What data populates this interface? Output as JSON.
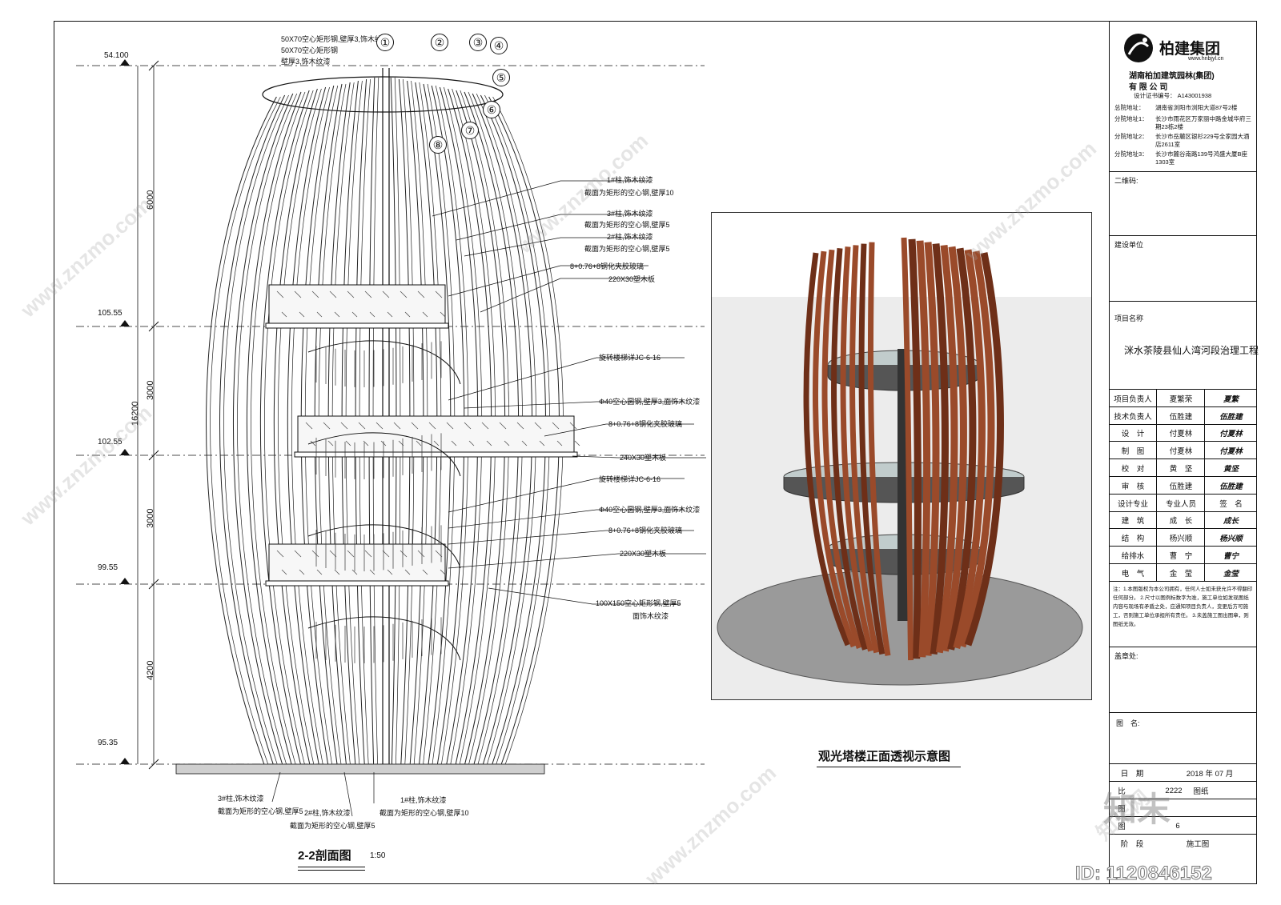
{
  "section": {
    "title": "2-2剖面图",
    "scale": "1:50",
    "elevations": [
      "54.100",
      "105.55",
      "102.55",
      "99.55",
      "95.35"
    ],
    "dims_vertical": [
      "6000",
      "3000",
      "16200",
      "3000",
      "4200"
    ],
    "column_markers": [
      "①",
      "②",
      "③",
      "④",
      "⑤",
      "⑥",
      "⑦",
      "⑧"
    ],
    "top_notes": [
      "50X70空心矩形钢,壁厚3,饰木纹漆",
      "50X70空心矩形钢",
      "壁厚3,饰木纹漆"
    ],
    "right_notes": [
      {
        "a": "1#柱,饰木纹漆",
        "b": "截面为矩形的空心钢,壁厚10"
      },
      {
        "a": "3#柱,饰木纹漆",
        "b": "截面为矩形的空心钢,壁厚5"
      },
      {
        "a": "2#柱,饰木纹漆",
        "b": "截面为矩形的空心钢,壁厚5"
      },
      {
        "a": "8+0.76+8钢化夹胶玻璃",
        "b": ""
      },
      {
        "a": "220X30塑木板",
        "b": ""
      },
      {
        "a": "旋转楼梯详JC-6-16",
        "b": ""
      },
      {
        "a": "Φ40空心圆钢,壁厚3,面饰木纹漆",
        "b": ""
      },
      {
        "a": "8+0.76+8钢化夹胶玻璃",
        "b": ""
      },
      {
        "a": "240X30塑木板",
        "b": ""
      },
      {
        "a": "旋转楼梯详JC-6-16",
        "b": ""
      },
      {
        "a": "Φ40空心圆钢,壁厚3,面饰木纹漆",
        "b": ""
      },
      {
        "a": "8+0.76+8钢化夹胶玻璃",
        "b": ""
      },
      {
        "a": "220X30塑木板",
        "b": ""
      },
      {
        "a": "100X150空心矩形钢,壁厚5",
        "b": "面饰木纹漆"
      }
    ],
    "bottom_notes": [
      {
        "a": "3#柱,饰木纹漆",
        "b": "截面为矩形的空心钢,壁厚5"
      },
      {
        "a": "2#柱,饰木纹漆",
        "b": "截面为矩形的空心钢,壁厚5"
      },
      {
        "a": "1#柱,饰木纹漆",
        "b": "截面为矩形的空心钢,壁厚10"
      }
    ]
  },
  "perspective": {
    "caption": "观光塔楼正面透视示意图",
    "colors": {
      "wood": "#9a4a2a",
      "wood_dark": "#6e2f18",
      "ground": "#9a9a9a",
      "glass": "#9fb3b3"
    }
  },
  "title_block": {
    "logo_text": "柏建集团",
    "logo_url": "www.hnbjyl.cn",
    "company": "湖南柏加建筑园林(集团)",
    "company2": "有 限 公 司",
    "cert": "设计证书编号：  A143001938",
    "addresses": [
      {
        "label": "总院地址：",
        "value": "湖南省浏阳市浏阳大道87号2楼"
      },
      {
        "label": "分院地址1：",
        "value": "长沙市雨花区万家丽中路金城华府三期23栋2楼"
      },
      {
        "label": "分院地址2：",
        "value": "长沙市岳麓区银杉229号全家园大酒店2611室"
      },
      {
        "label": "分院地址3：",
        "value": "长沙市麓谷南路139号鸿盛大厦B座1303室"
      }
    ],
    "qr_label": "二维码:",
    "owner_label": "建设单位",
    "project_label": "项目名称",
    "project_name": "洣水茶陵县仙人湾河段治理工程",
    "staff": [
      {
        "role": "项目负责人",
        "name": "夏繁荣",
        "sign": "夏繁"
      },
      {
        "role": "技术负责人",
        "name": "伍胜建",
        "sign": "伍胜建"
      },
      {
        "role": "设　计",
        "name": "付夏林",
        "sign": "付夏林"
      },
      {
        "role": "制　图",
        "name": "付夏林",
        "sign": "付夏林"
      },
      {
        "role": "校　对",
        "name": "黄　坚",
        "sign": "黄坚"
      },
      {
        "role": "审　核",
        "name": "伍胜建",
        "sign": "伍胜建"
      },
      {
        "role": "设计专业",
        "name": "专业人员",
        "sign": "签　名"
      },
      {
        "role": "建　筑",
        "name": "成　长",
        "sign": "成长"
      },
      {
        "role": "结　构",
        "name": "杨兴顺",
        "sign": "杨兴顺"
      },
      {
        "role": "给排水",
        "name": "曹　宁",
        "sign": "曹宁"
      },
      {
        "role": "电　气",
        "name": "金　莹",
        "sign": "金莹"
      }
    ],
    "notes": "注：1.本图版权为本公司拥有，任何人士如未获允许不得翻印任何部分。 2.尺寸以图例标数字为准，施工单位如发现图纸内容与现场有矛盾之处，应通知项目负责人，变更后方可施工，否则施工单位承担所有责任。 3.未盖施工图出图章，则图纸无效。",
    "stamp_label": "盖章处:",
    "drawing_name_label": "图　名:",
    "date_label": "日　期",
    "date_value": "2018 年 07 月",
    "scale_label": "比",
    "scale_value": "2222",
    "sheet_label": "图",
    "sheet_no_label": "图",
    "sheet_no": "6",
    "phase_label": "阶　段",
    "phase_value": "施工图",
    "unit_label": "图纸"
  },
  "watermark": {
    "site": "www.znzmo.com",
    "brand": "知末网",
    "logo": "知末",
    "id": "ID: 1120846152"
  }
}
